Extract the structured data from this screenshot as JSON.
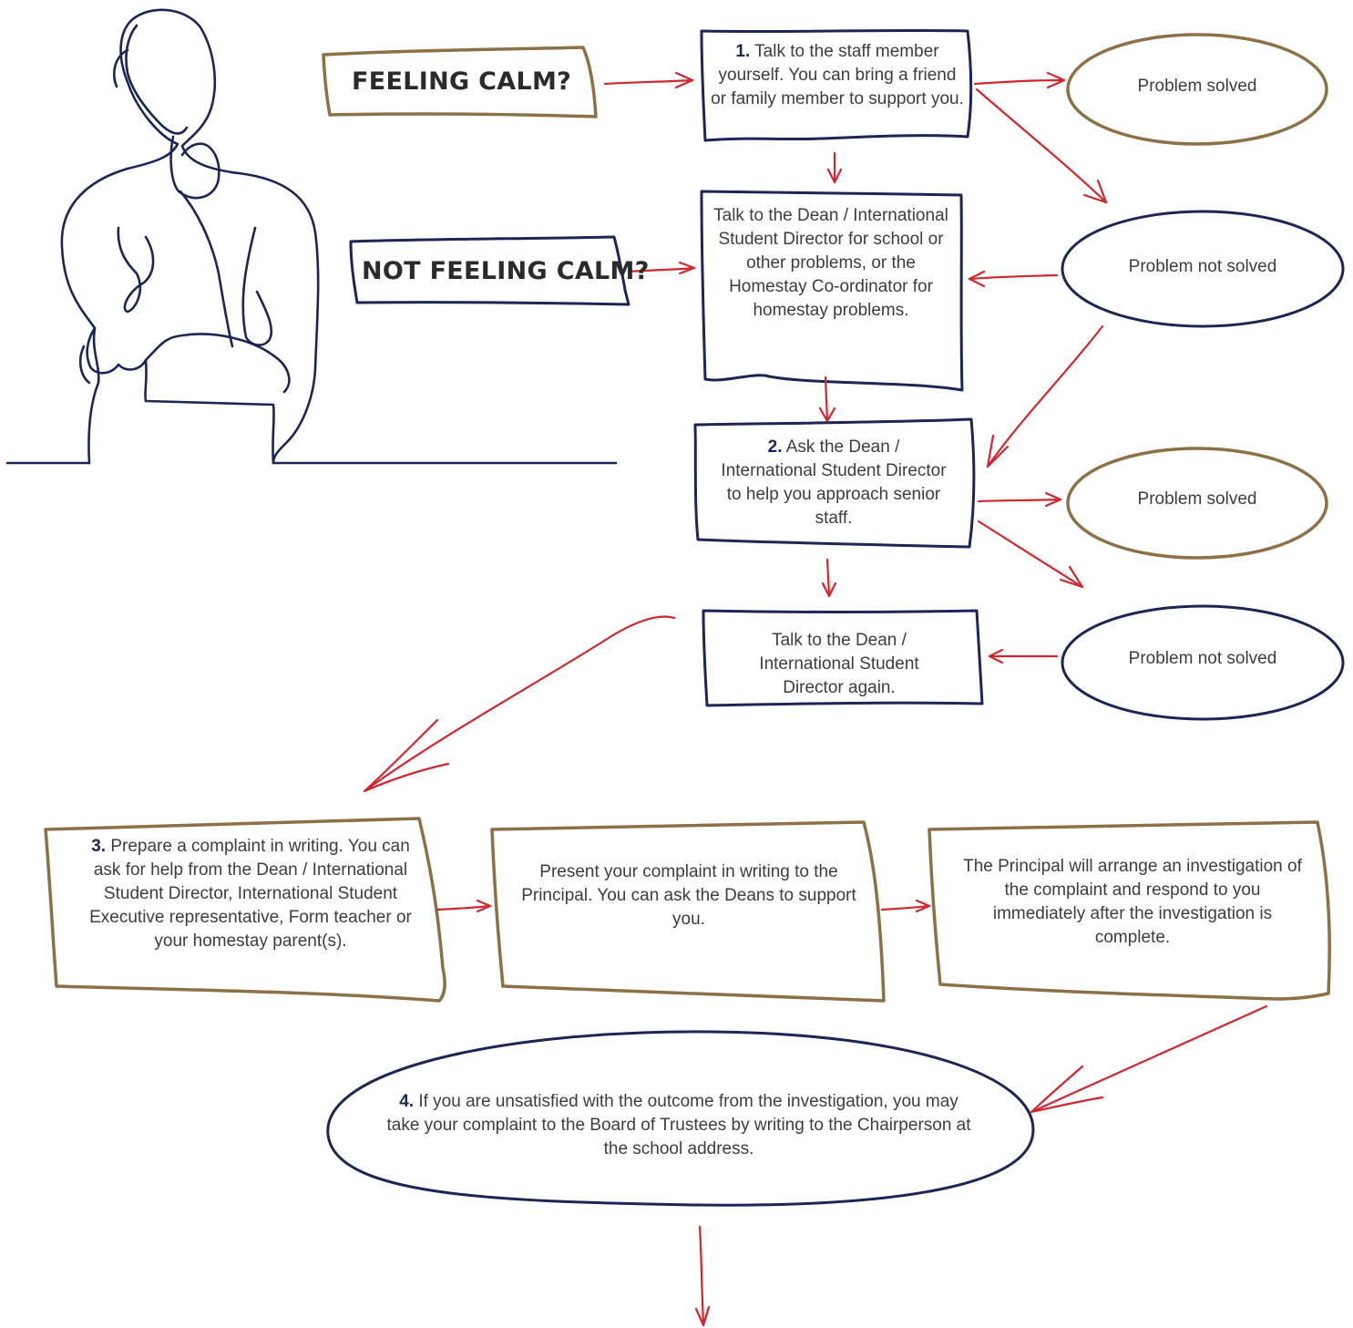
{
  "colors": {
    "navy": "#1c2656",
    "brown": "#8c7147",
    "red": "#d0262e",
    "text": "#3d3d3d"
  },
  "labels": {
    "feeling_calm": "FEELING CALM?",
    "not_feeling_calm": "NOT FEELING CALM?"
  },
  "steps": {
    "step1_num": "1.",
    "step1_text": " Talk to the staff member yourself. You can bring a friend or family member to support you.",
    "dean_talk": "Talk to the Dean / International Student Director for school or other problems, or the Homestay Co-ordinator for homestay problems.",
    "step2_num": "2.",
    "step2_text": " Ask the Dean / International Student Director to help you approach senior staff.",
    "dean_again": "Talk to the Dean / International Student Director again.",
    "step3_num": "3.",
    "step3_text": " Prepare a complaint in writing. You can ask for help from the Dean / International Student Director, International Student Executive representative, Form teacher or your homestay parent(s).",
    "present": "Present your complaint in writing to the Principal. You can ask the Deans to support you.",
    "principal": "The Principal will arrange an investigation of the complaint and respond to you immediately after the investigation is complete.",
    "step4_num": "4.",
    "step4_text": " If you are unsatisfied with the outcome from the investigation, you may take your complaint to the Board of Trustees by writing to the Chairperson at the school address."
  },
  "outcomes": {
    "solved_1": "Problem solved",
    "not_solved_1": "Problem not solved",
    "solved_2": "Problem solved",
    "not_solved_2": "Problem not solved"
  },
  "icons": {
    "person": "thinking-person-line-art-icon"
  }
}
